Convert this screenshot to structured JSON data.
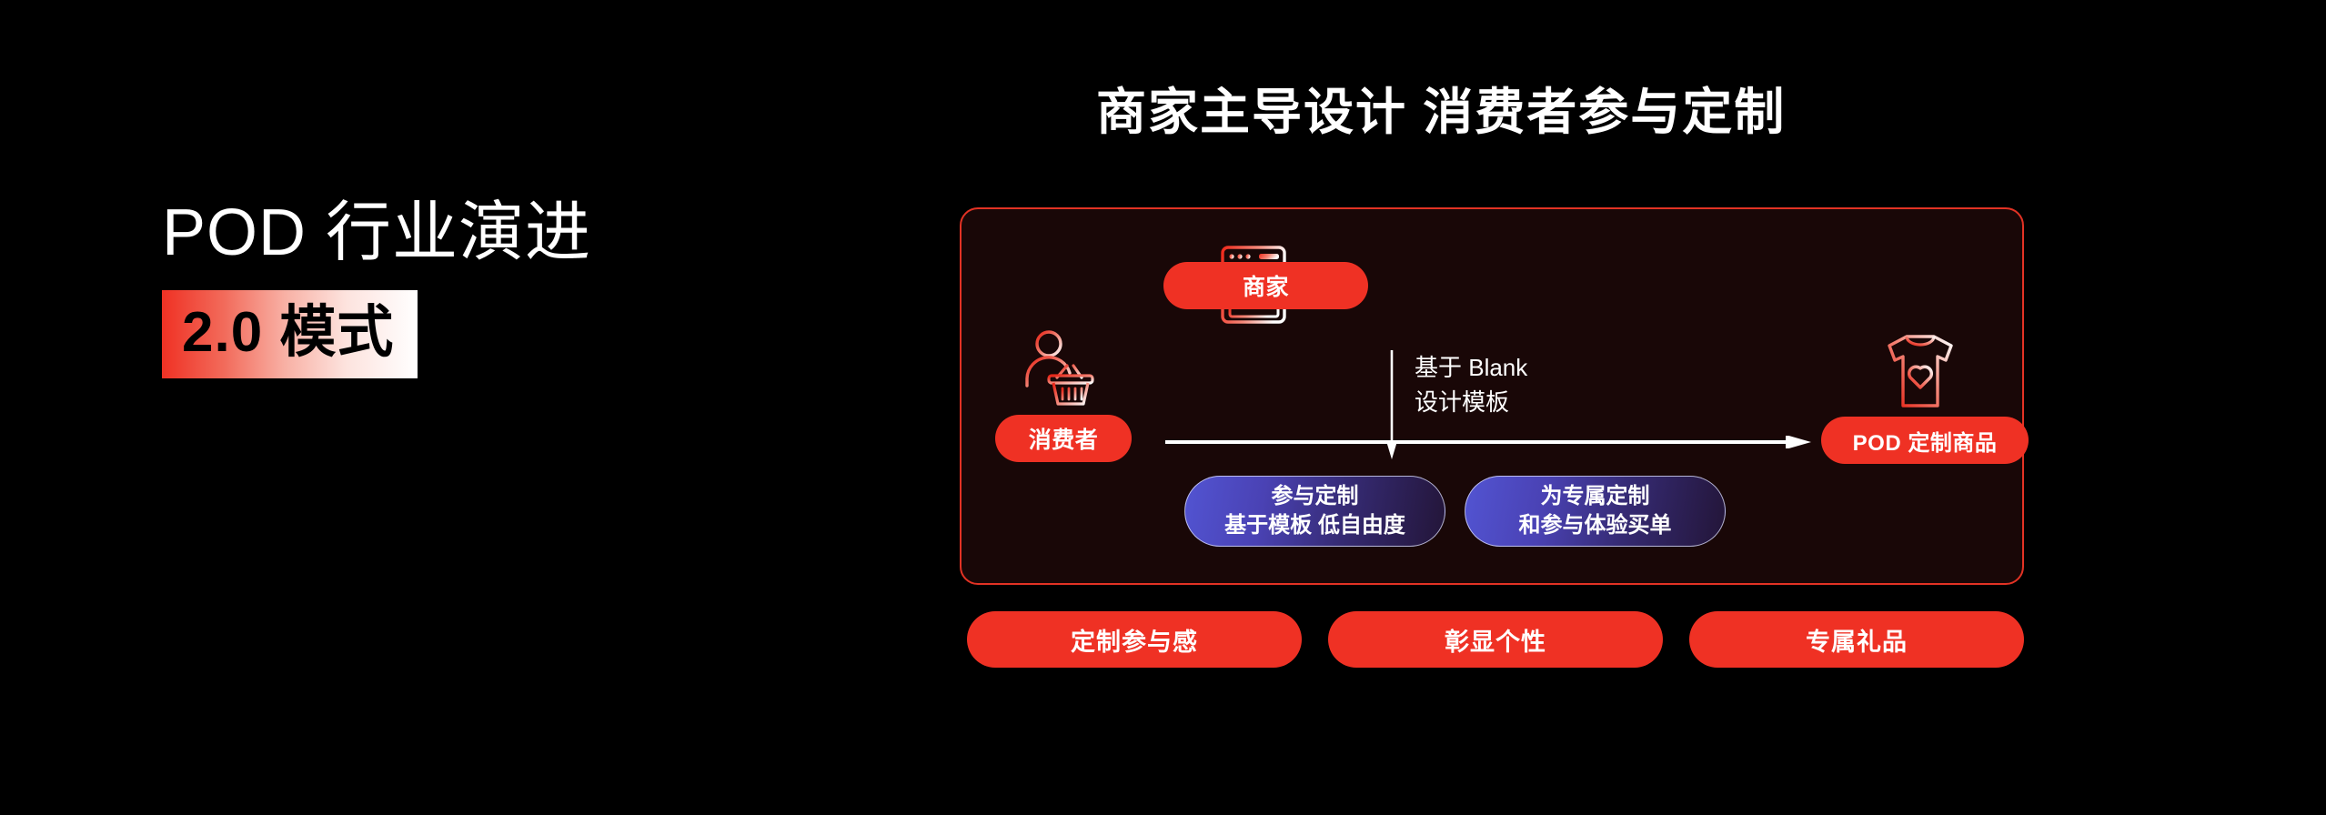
{
  "header": {
    "title": "商家主导设计 消费者参与定制"
  },
  "left_title": {
    "headline": "POD 行业演进",
    "mode_chip": "2.0 模式"
  },
  "colors": {
    "background": "#000000",
    "accent_red": "#ef3124",
    "panel_border": "#e23224",
    "panel_fill": "#190707",
    "blue_pill_start": "#5254d2",
    "blue_pill_end": "#231538",
    "text_white": "#ffffff",
    "chip_gradient_start": "#ef3124",
    "chip_gradient_end": "#ffffff"
  },
  "diagram": {
    "badges": {
      "merchant": "商家",
      "consumer": "消费者",
      "product": "POD 定制商品"
    },
    "icons": {
      "template": "template-window-icon",
      "consumer": "person-with-basket-icon",
      "product": "tshirt-heart-icon"
    },
    "flow_note": {
      "line1": "基于 Blank",
      "line2": "设计模板"
    },
    "pills": [
      {
        "line1": "参与定制",
        "line2": "基于模板 低自由度"
      },
      {
        "line1": "为专属定制",
        "line2": "和参与体验买单"
      }
    ],
    "arrows": {
      "horizontal": "consumer-to-product-arrow",
      "vertical": "merchant-to-flow-arrow"
    }
  },
  "bottom_buttons": [
    {
      "label": "定制参与感"
    },
    {
      "label": "彰显个性"
    },
    {
      "label": "专属礼品"
    }
  ]
}
